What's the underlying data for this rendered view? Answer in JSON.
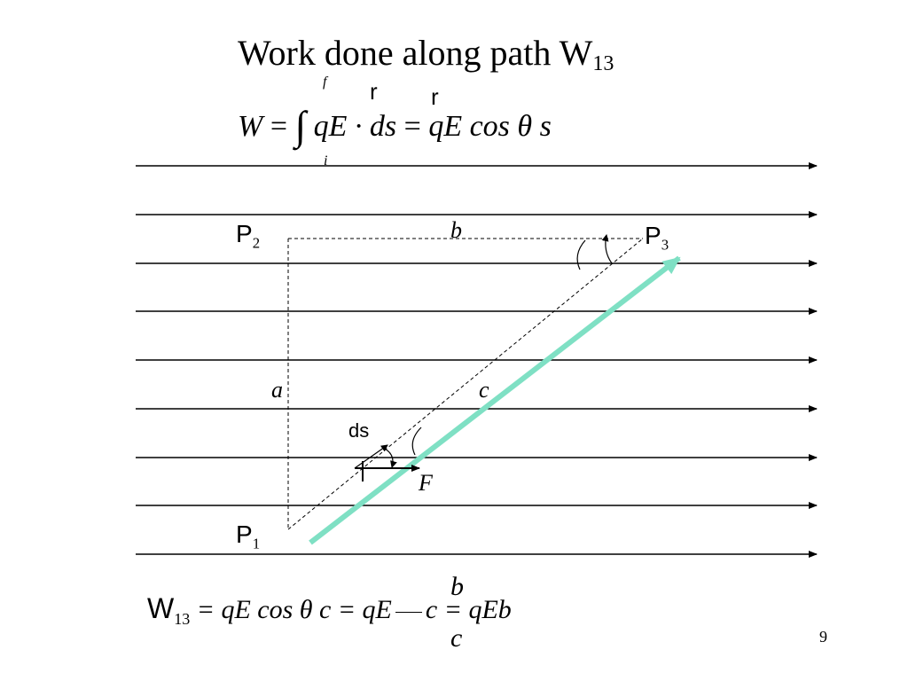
{
  "title": {
    "text": "Work done along path W",
    "sub": "13"
  },
  "formula": {
    "lhs": "W",
    "eq1": " = ",
    "integral": "∫",
    "upper": "f",
    "lower": "i",
    "body": "qE · ds",
    "eq2": " = ",
    "rhs": "qE cos θ s",
    "vec_e": "r",
    "vec_s": "r"
  },
  "diagram": {
    "field_line_count": 9,
    "field_color": "#000000",
    "path_color": "#7fe0c4",
    "labels": {
      "p1": "P",
      "p1_sub": "1",
      "p2": "P",
      "p2_sub": "2",
      "p3": "P",
      "p3_sub": "3",
      "a": "a",
      "b": "b",
      "c": "c",
      "ds": "ds",
      "F": "F"
    }
  },
  "bottom_formula": {
    "w": "W",
    "w_sub": "13",
    "part1": " = qE cos θ c = qE",
    "frac_num": "b",
    "frac_den": "c",
    "part2": "c = qEb"
  },
  "page_number": "9"
}
